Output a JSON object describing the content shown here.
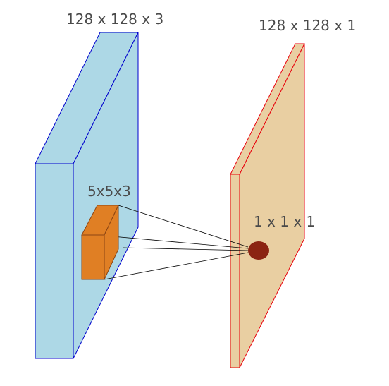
{
  "diagram": {
    "input_volume": {
      "label": "128 x 128 x 3",
      "fill_color": "#add8e6",
      "stroke_color": "#0000cd"
    },
    "kernel": {
      "label": "5x5x3",
      "fill_color": "#e07f24",
      "stroke_color": "#8b4513"
    },
    "output_volume": {
      "label": "128 x 128 x 1",
      "fill_color": "#e9cfa2",
      "stroke_color": "#e8000b"
    },
    "output_unit": {
      "label": "1 x 1 x 1",
      "fill_color": "#8b2412"
    },
    "connection_color": "#000000"
  }
}
